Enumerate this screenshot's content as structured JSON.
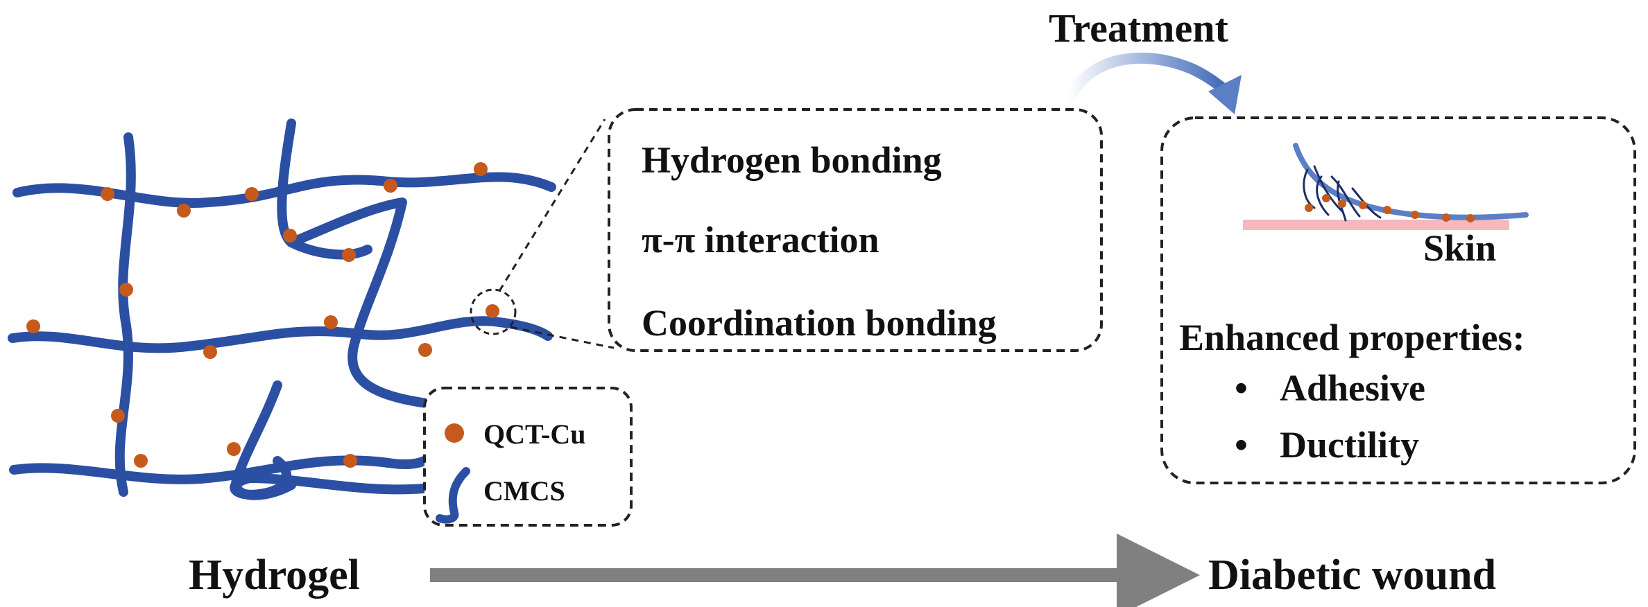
{
  "colors": {
    "fiber": "#2b4fa2",
    "particle": "#c55a1c",
    "skin": "#f4b8be",
    "arrow": "#808080",
    "curve_arrow": "#5b7fc4"
  },
  "labels": {
    "hydrogel": "Hydrogel",
    "diabetic_wound": "Diabetic wound",
    "treatment": "Treatment",
    "skin": "Skin"
  },
  "interactions": [
    "Hydrogen bonding",
    "π-π interaction",
    "Coordination bonding"
  ],
  "legend": {
    "particle": "QCT-Cu",
    "fiber": "CMCS"
  },
  "properties": {
    "title": "Enhanced properties:",
    "items": [
      "Adhesive",
      "Ductility"
    ],
    "bullet": "•"
  }
}
